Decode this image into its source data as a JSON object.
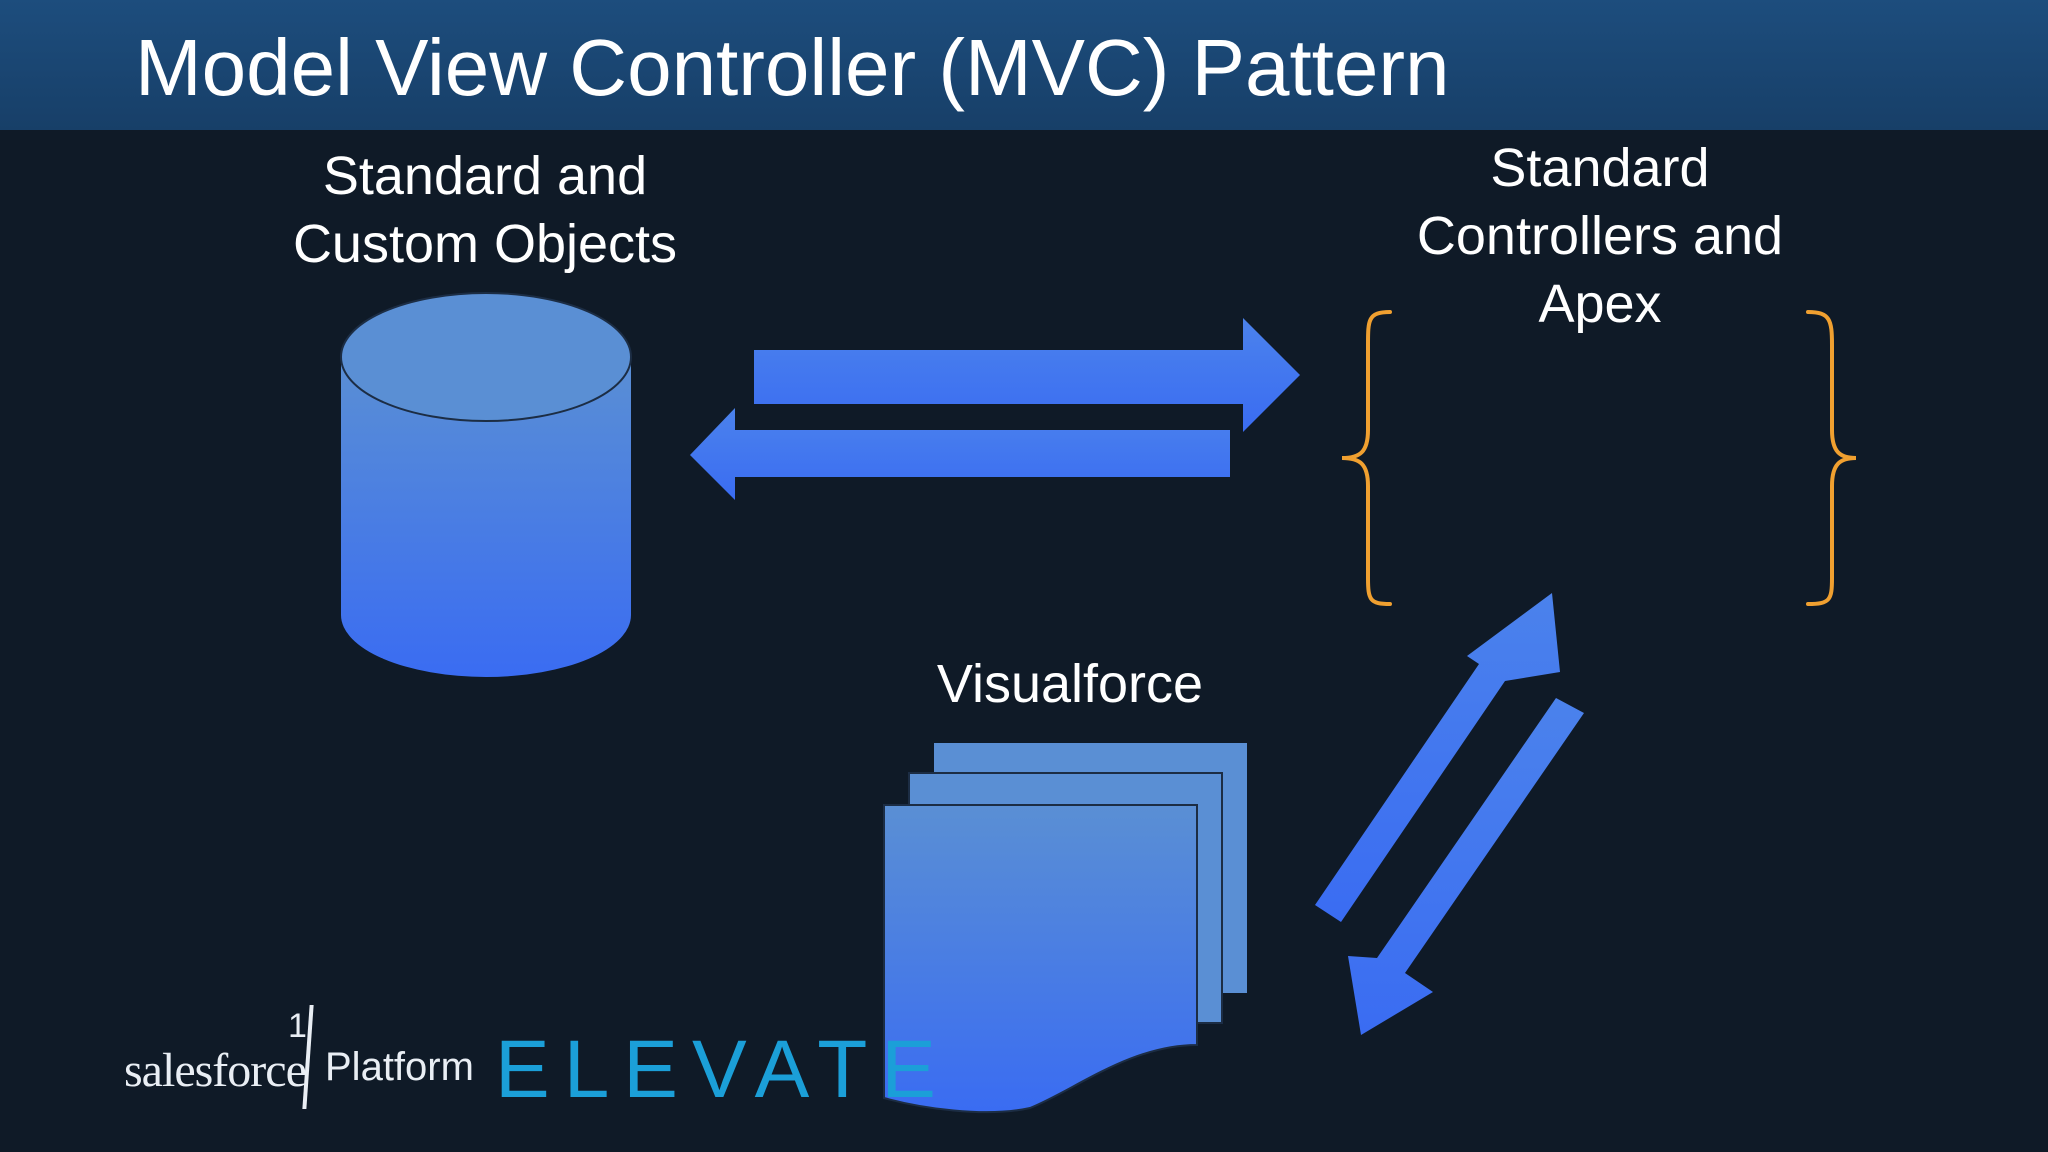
{
  "title": "Model View Controller (MVC) Pattern",
  "model": {
    "label": "Standard and Custom Objects"
  },
  "controller": {
    "label": "Standard Controllers and Apex"
  },
  "view": {
    "label": "Visualforce"
  },
  "footer": {
    "salesforce": "salesforce",
    "one": "1",
    "platform": "Platform",
    "elevate": "ELEVATE"
  },
  "colors": {
    "header": "#1b4674",
    "background": "#0f1a27",
    "shape_top": "#5a8fd4",
    "shape_bottom": "#3a6cf2",
    "brace": "#f0a030",
    "elevate": "#1b9fd8"
  }
}
